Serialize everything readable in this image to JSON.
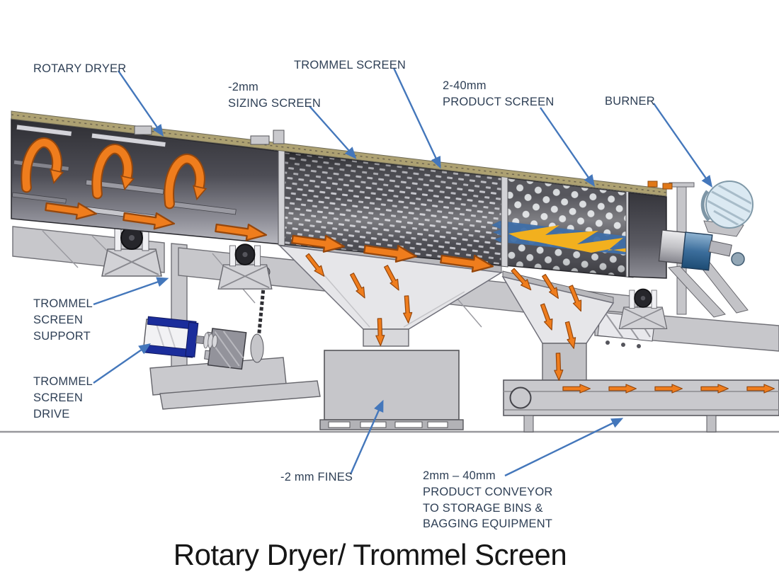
{
  "slide": {
    "title": "Rotary Dryer/ Trommel Screen"
  },
  "labels": {
    "rotary_dryer": "ROTARY DRYER",
    "trommel_screen": "TROMMEL SCREEN",
    "sizing_screen": "-2mm\nSIZING SCREEN",
    "product_screen": "2-40mm\nPRODUCT SCREEN",
    "burner": "BURNER",
    "trommel_screen_support": "TROMMEL\nSCREEN\nSUPPORT",
    "trommel_screen_drive": "TROMMEL\nSCREEN\nDRIVE",
    "fines": "-2 mm FINES",
    "product_conveyor": "2mm – 40mm\nPRODUCT CONVEYOR\nTO STORAGE BINS &\nBAGGING EQUIPMENT"
  },
  "colors": {
    "label_text": "#2e3f55",
    "leader_arrow": "#4477bb",
    "flow_arrow": "#ef7d1d",
    "flow_arrow_outline": "#96470c",
    "drum_dark": "#3a3a40",
    "shell_top_tan": "#ada172",
    "support_gray": "#c7c7cb",
    "burner_face": "#dbe9f2",
    "logo_blue": "#3f6fa8",
    "logo_yellow": "#f2b01e",
    "drive_motor_blue": "#1b2d9b",
    "title_text": "#161616"
  }
}
